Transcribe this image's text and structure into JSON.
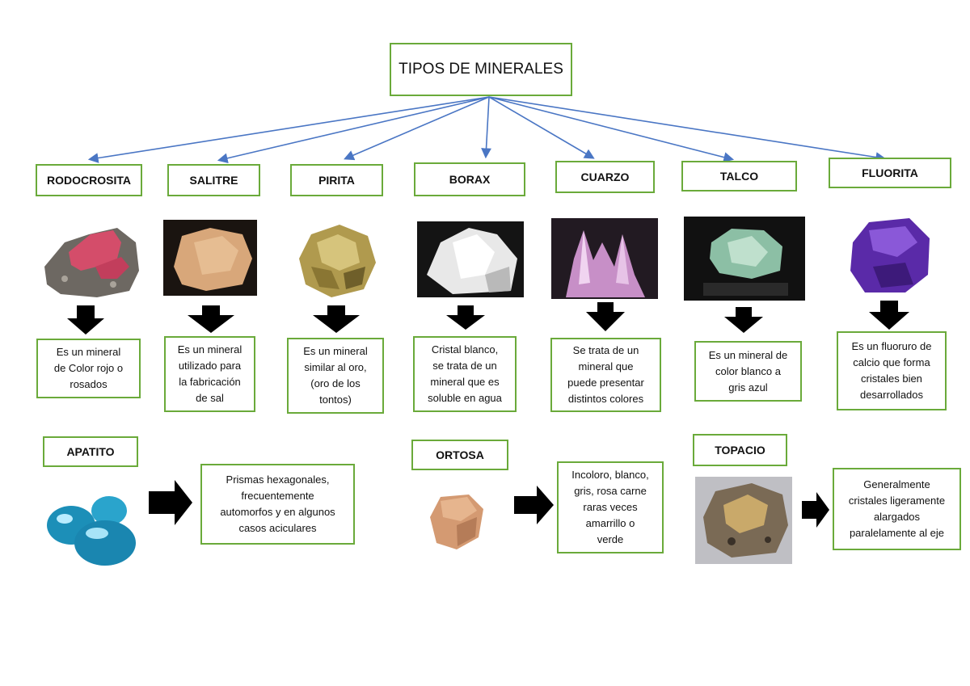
{
  "title": "TIPOS DE MINERALES",
  "colors": {
    "box_border": "#6aaa3a",
    "connector": "#4a76c4",
    "arrow": "#000000"
  },
  "minerals_top": [
    {
      "id": "rodocrosita",
      "name": "RODOCROSITA",
      "description": "Es un mineral\nde Color rojo o\nrosados"
    },
    {
      "id": "salitre",
      "name": "SALITRE",
      "description": "Es un mineral\nutilizado para\nla fabricación\nde sal"
    },
    {
      "id": "pirita",
      "name": "PIRITA",
      "description": "Es un mineral\nsimilar al oro,\n(oro de los\ntontos)"
    },
    {
      "id": "borax",
      "name": "BORAX",
      "description": "Cristal blanco,\nse trata de un\nmineral que es\nsoluble en agua"
    },
    {
      "id": "cuarzo",
      "name": "CUARZO",
      "description": "Se trata de un\nmineral que\npuede presentar\ndistintos colores"
    },
    {
      "id": "talco",
      "name": "TALCO",
      "description": "Es un mineral de\ncolor blanco a\ngris azul"
    },
    {
      "id": "fluorita",
      "name": "FLUORITA",
      "description": "Es un fluoruro de\ncalcio que forma\ncristales bien\ndesarrollados"
    }
  ],
  "minerals_bottom": [
    {
      "id": "apatito",
      "name": "APATITO",
      "description": "Prismas hexagonales,\nfrecuentemente\nautomorfos y en algunos\ncasos aciculares"
    },
    {
      "id": "ortosa",
      "name": "ORTOSA",
      "description": "Incoloro, blanco,\ngris, rosa carne\nraras veces\namarrillo o\nverde"
    },
    {
      "id": "topacio",
      "name": "TOPACIO",
      "description": "Generalmente\ncristales ligeramente\nalargados\nparalelamente al eje"
    }
  ]
}
